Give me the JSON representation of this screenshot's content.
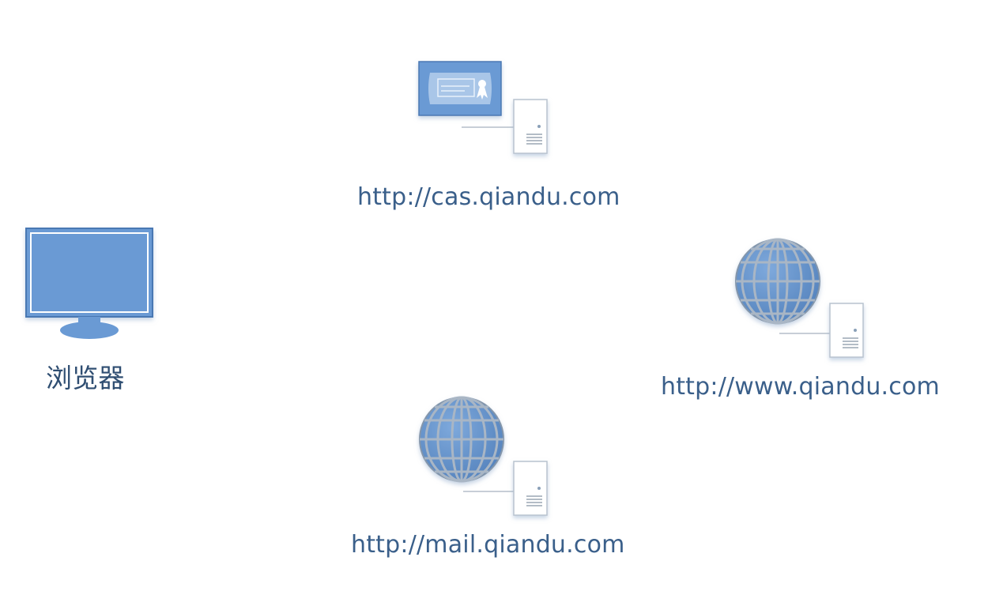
{
  "nodes": {
    "browser": {
      "label": "浏览器",
      "icon": "monitor-icon"
    },
    "cas": {
      "label": "http://cas.qiandu.com",
      "icon": "certificate-server-icon"
    },
    "www": {
      "label": "http://www.qiandu.com",
      "icon": "globe-server-icon"
    },
    "mail": {
      "label": "http://mail.qiandu.com",
      "icon": "globe-server-icon"
    }
  },
  "colors": {
    "icon_fill": "#6a9ad4",
    "icon_stroke": "#4a78b3",
    "globe_grid": "#9aa8b8",
    "server_border": "#b9c3cf",
    "label_text": "#3a5f8a"
  }
}
